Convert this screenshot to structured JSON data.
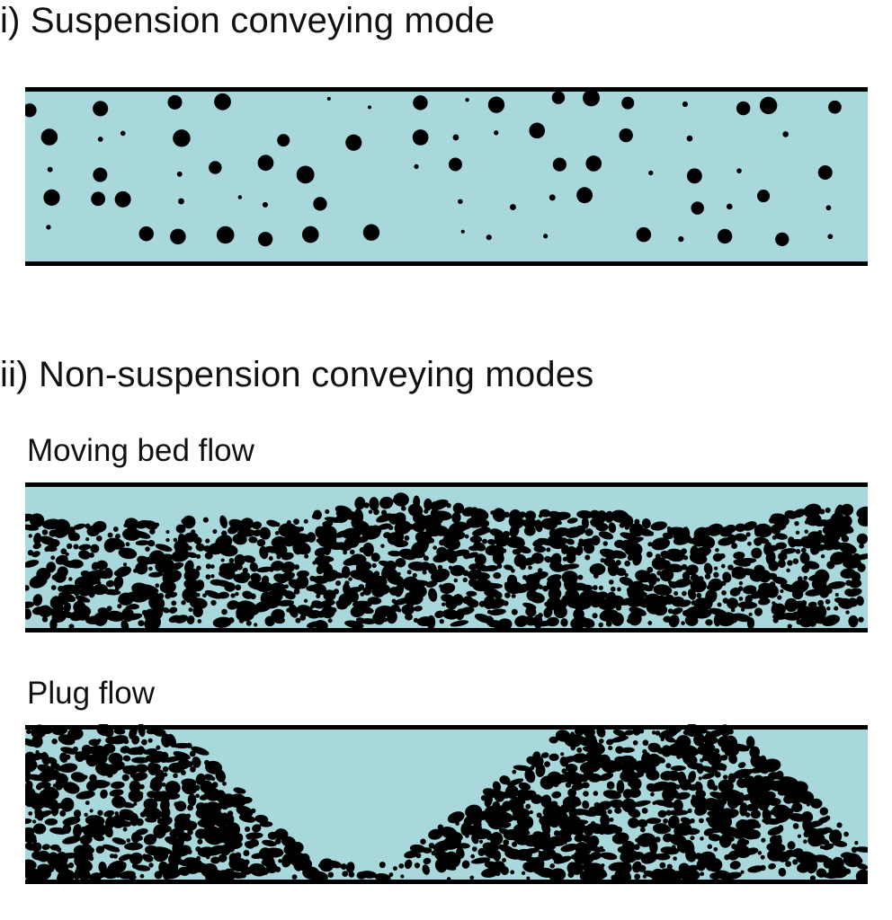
{
  "sections": {
    "suspension": {
      "heading": "i) Suspension conveying mode"
    },
    "non_suspension": {
      "heading": "ii) Non-suspension conveying modes",
      "moving_bed": {
        "label": "Moving bed flow"
      },
      "plug": {
        "label": "Plug flow"
      }
    }
  },
  "colors": {
    "pipe_fill": "#a8d8dc",
    "wall": "#000000",
    "particle": "#000000"
  }
}
